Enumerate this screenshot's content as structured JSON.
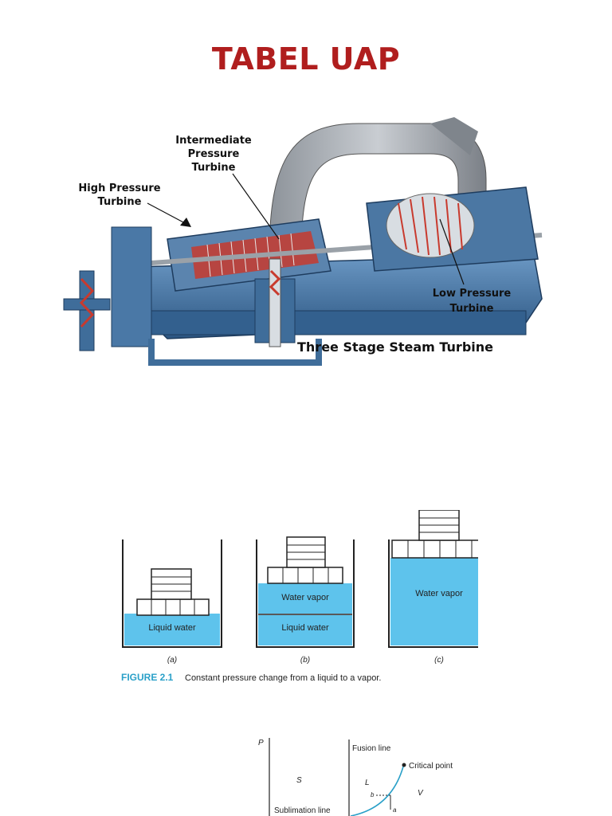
{
  "title": "TABEL UAP",
  "turbine": {
    "label_ip_1": "Intermediate",
    "label_ip_2": "Pressure",
    "label_ip_3": "Turbine",
    "label_hp_1": "High Pressure",
    "label_hp_2": "Turbine",
    "label_lp_1": "Low Pressure",
    "label_lp_2": "Turbine",
    "caption": "Three Stage Steam Turbine"
  },
  "figure": {
    "liquid_label": "Liquid water",
    "vapor_label": "Water vapor",
    "panel_a": "(a)",
    "panel_b": "(b)",
    "panel_c": "(c)",
    "caption_num": "FIGURE 2.1",
    "caption_text": "Constant pressure change from a liquid to a vapor."
  },
  "phase_diagram": {
    "axis_p": "P",
    "fusion_line": "Fusion line",
    "critical_point": "Critical point",
    "region_s": "S",
    "region_l": "L",
    "region_v": "V",
    "point_b": "b",
    "point_a": "a",
    "sublimation_line": "Sublimation line"
  },
  "colors": {
    "title": "#b01e1e",
    "machine_blue": "#3f6d9a",
    "machine_dark": "#22456b",
    "hot_red": "#c83a2e",
    "water": "#5ec3ec",
    "caption_blue": "#2aa0c8"
  }
}
